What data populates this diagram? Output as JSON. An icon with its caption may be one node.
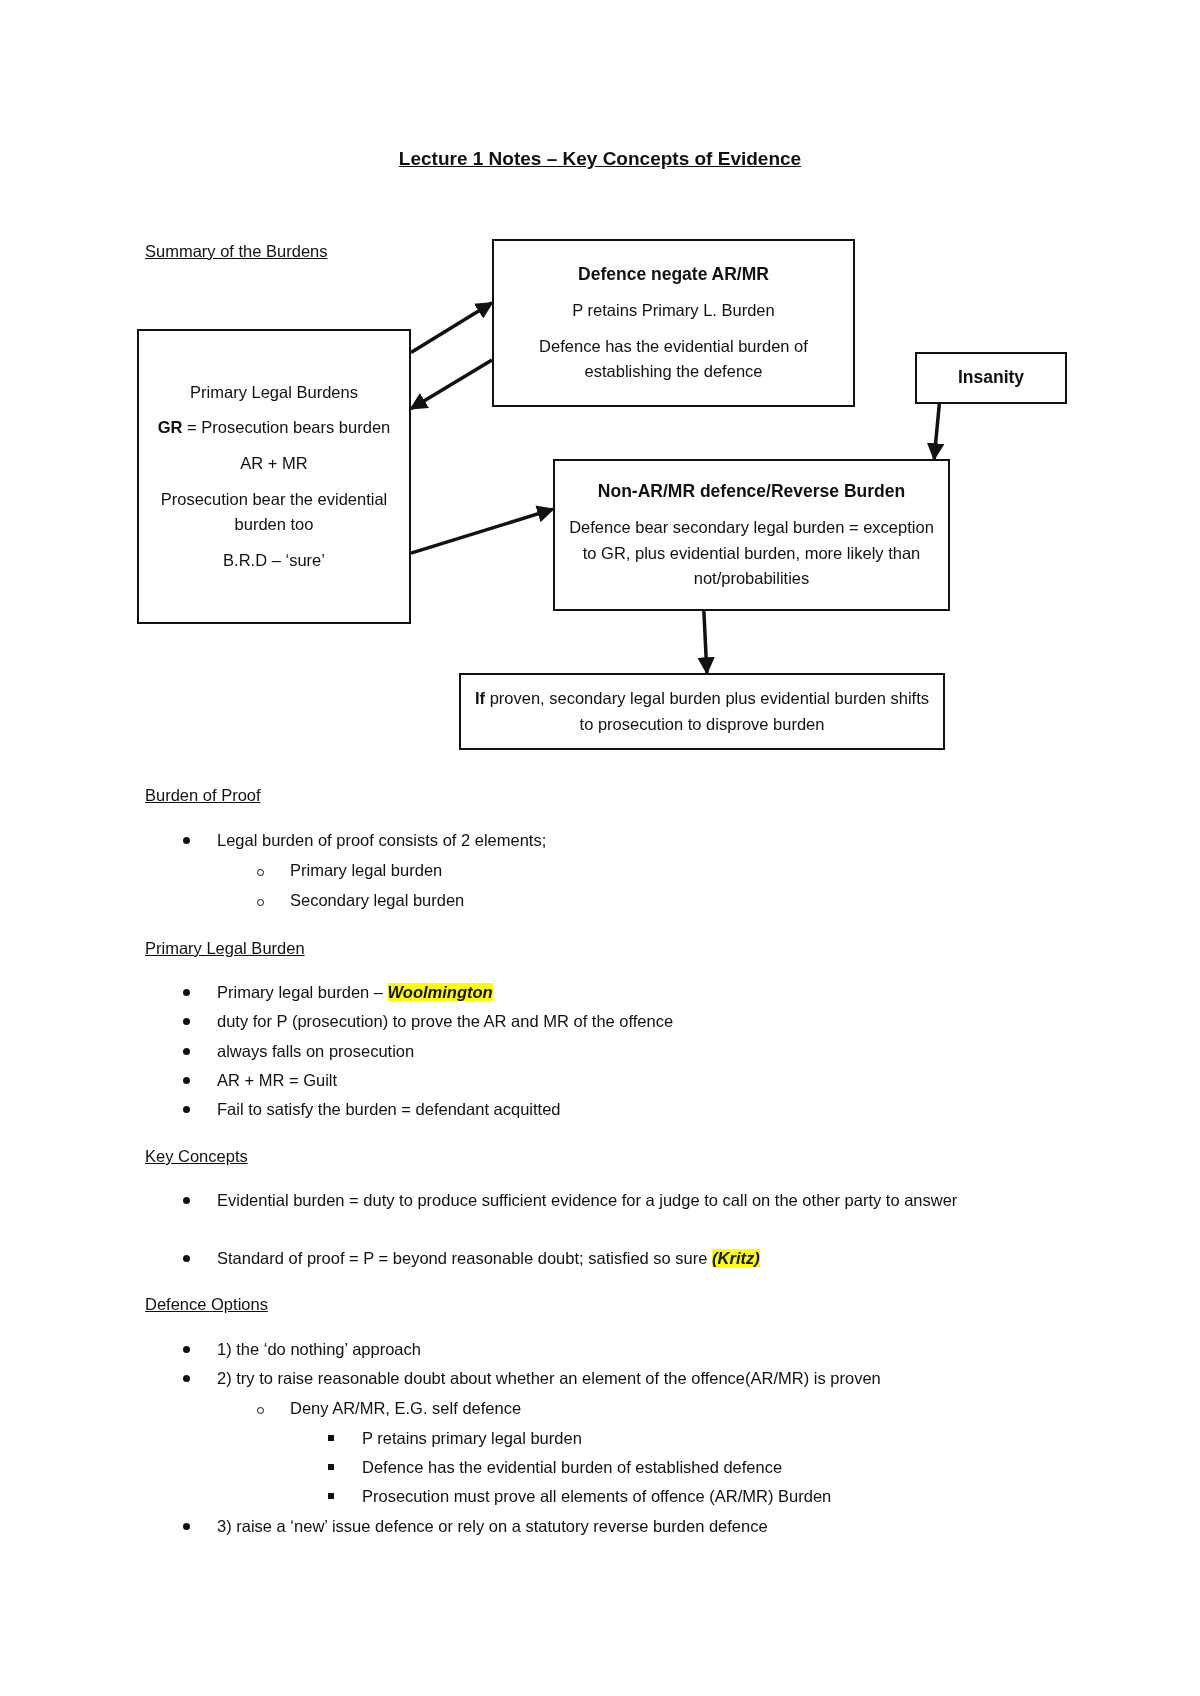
{
  "diagram": {
    "title": "Lecture 1 Notes – Key Concepts of Evidence",
    "nodes": [
      {
        "text": [
          "Primary Legal Burdens",
          "**GR** = Prosecution bears burden",
          "AR + MR",
          "Prosecution bear the evidential burden too",
          "B.R.D – ‘sure’"
        ]
      },
      {
        "text": [
          "Defence negate AR/MR",
          "P retains Primary L. Burden",
          "Defence has the evidential burden of establishing the defence"
        ]
      },
      {
        "text": [
          "Insanity"
        ]
      },
      {
        "text": [
          "Non-AR/MR defence/Reverse Burden",
          "Defence bear secondary legal burden = exception to GR, plus evidential burden, more likely than not/probabilities"
        ]
      },
      {
        "text": [
          "**If** proven, secondary legal burden plus evidential burden shifts to prosecution to disprove burden"
        ]
      }
    ],
    "edges": [
      {
        "from": 0,
        "to": 1,
        "arrow": "to"
      },
      {
        "from": 1,
        "to": 0,
        "arrow": "to"
      },
      {
        "from": 0,
        "to": 3,
        "arrow": "to"
      },
      {
        "from": 2,
        "to": 3,
        "arrow": "to"
      },
      {
        "from": 3,
        "to": 4,
        "arrow": "to"
      }
    ],
    "labels": [
      "Summary of the Burdens",
      "Burden of Proof",
      "Legal burden of proof consists of 2 elements;",
      "Primary legal burden",
      "Secondary legal burden",
      "Primary Legal Burden",
      "Primary legal burden – **Woolmington**",
      "duty for P (prosecution) to prove the AR and MR of the offence",
      "always falls on prosecution",
      "AR + MR = Guilt",
      "Fail to satisfy the burden = defendant acquitted",
      "Key Concepts",
      "Evidential burden = duty to produce sufficient evidence for a judge to call on the other party to answer",
      "Standard of proof = P = beyond reasonable doubt; satisfied so sure **(Kritz)**",
      "Defence Options",
      "1) the ‘do nothing’ approach",
      "2) try to raise reasonable doubt about whether an element of the offence(AR/MR) is proven",
      "Deny AR/MR, E.G. self defence",
      "P retains primary legal burden",
      "Defence has the evidential burden of established defence",
      "Prosecution must prove all elements of offence (AR/MR) Burden",
      "3) raise a ‘new’ issue defence or rely on a statutory reverse burden defence"
    ]
  }
}
